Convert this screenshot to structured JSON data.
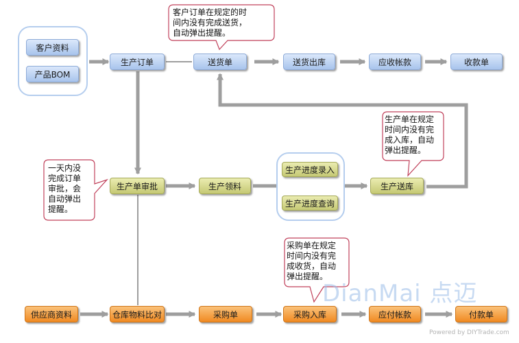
{
  "colors": {
    "sales": "#a8c4ec",
    "production": "#c5c974",
    "purchasing": "#f08a22",
    "arrow": "#9e9e9e",
    "callout_border": "#c0405a"
  },
  "sales_row": {
    "customer_info": "客户资料",
    "product_bom": "产品BOM",
    "production_order": "生产订单",
    "delivery_note": "送货单",
    "delivery_out": "送货出库",
    "receivable_account": "应收帐款",
    "receipt_note": "收款单"
  },
  "production_row": {
    "production_approval": "生产单审批",
    "production_material": "生产领料",
    "progress_entry": "生产进度录入",
    "progress_query": "生产进度查询",
    "production_stock_in": "生产送库"
  },
  "purchasing_row": {
    "supplier_info": "供应商资料",
    "stock_compare": "仓库物料比对",
    "purchase_order": "采购单",
    "purchase_stock_in": "采购入库",
    "payable_account": "应付帐款",
    "payment_note": "付款单"
  },
  "callouts": {
    "delivery_alert": "客户订单在规定的时\n间内没有完成送货，\n自动弹出提醒。",
    "production_alert": "生产单在规定\n时间内没有完\n成入库，自动\n弹出提醒。",
    "approval_alert": "一天内没\n完成订单\n审批，会\n自动弹出\n提醒。",
    "purchase_alert": "采购单在规定\n时间内没有完\n成收货，自动\n弹出提醒。"
  },
  "watermark": {
    "brand": "DianMai 点迈",
    "credit": "Powered by DIYTrade.com"
  }
}
